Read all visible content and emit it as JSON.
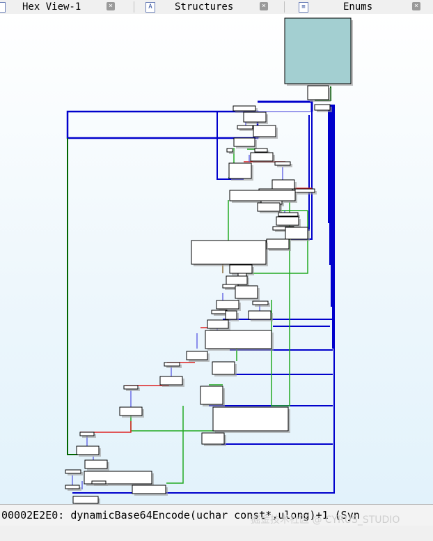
{
  "tabs": [
    {
      "label": "Hex View-1",
      "icon": "hex-view-icon"
    },
    {
      "label": "Structures",
      "icon": "structures-icon",
      "icon_glyph": "A"
    },
    {
      "label": "Enums",
      "icon": "enums-icon",
      "icon_glyph": "≡"
    }
  ],
  "close_glyph": "×",
  "status": {
    "text": "00002E2E0: dynamicBase64Encode(uchar const*,ulong)+1 (Syn",
    "watermark": "掘金技术社区 @ CYRUS_STUDIO"
  },
  "graph": {
    "colors": {
      "entry_node": "#a3cfd1",
      "node": "#ffffff",
      "edge_jump": "#0000cc",
      "edge_true": "#22aa22",
      "edge_false": "#dd2222",
      "edge_entry": "#006600"
    }
  }
}
